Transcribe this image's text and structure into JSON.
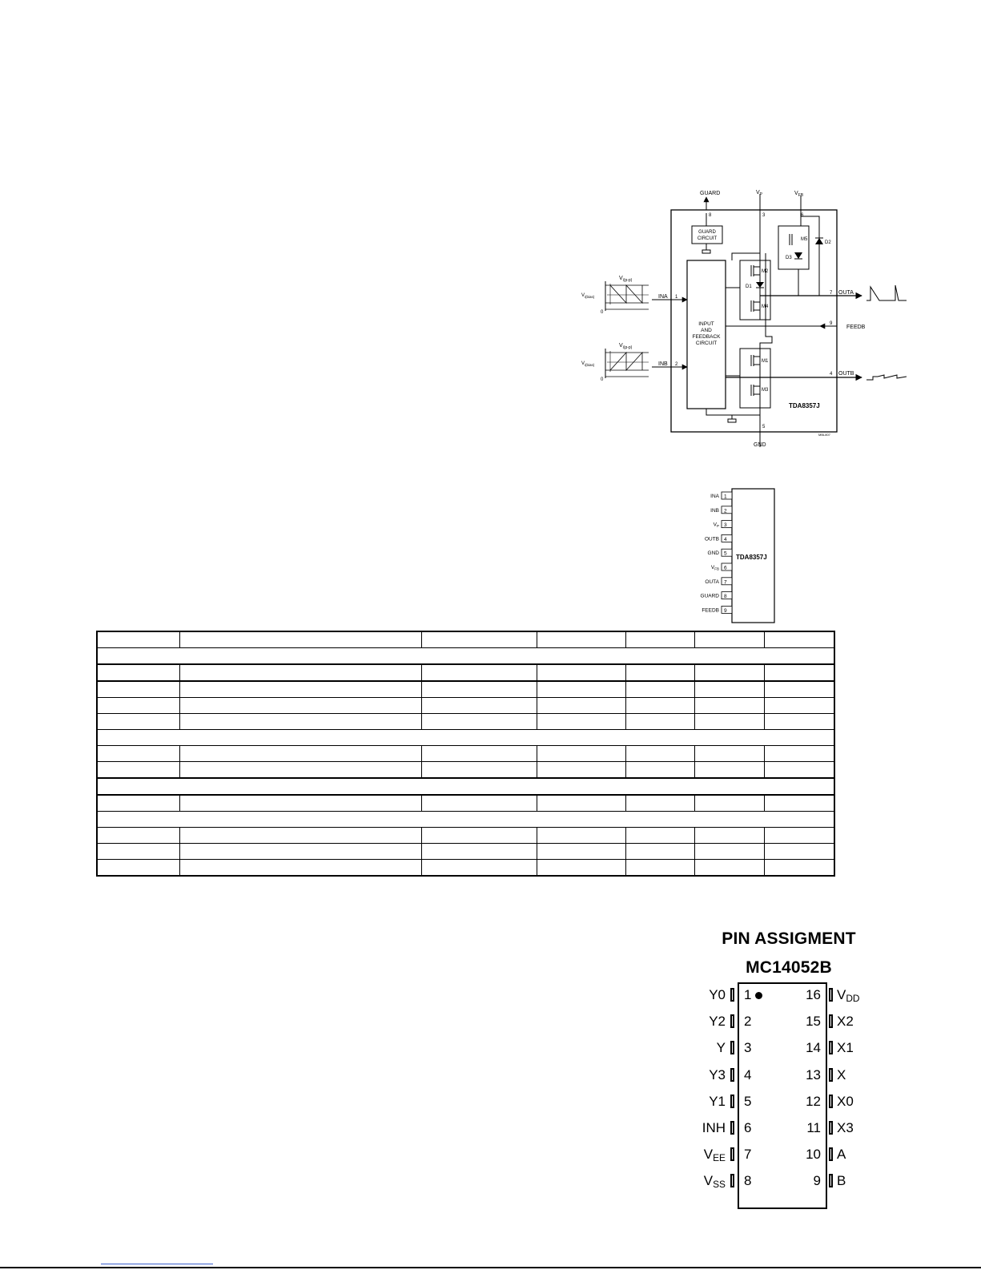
{
  "block_diagram": {
    "ic_name": "TDA8357J",
    "top_pins": {
      "guard": {
        "label": "GUARD",
        "num": "8"
      },
      "vp": {
        "label": "V",
        "sub": "P",
        "num": "3"
      },
      "vfb": {
        "label": "V",
        "sub": "FB",
        "num": "6"
      }
    },
    "gnd": {
      "label": "GND",
      "num": "5"
    },
    "guard_circuit": [
      "GUARD",
      "CIRCUIT"
    ],
    "input_block": [
      "INPUT",
      "AND",
      "FEEDBACK",
      "CIRCUIT"
    ],
    "inputs": [
      {
        "label": "INA",
        "num": "1",
        "vpp": "V",
        "vpp_sub": "i(p-p)",
        "vbias": "V",
        "vbias_sub": "i(bias)",
        "zero": "0"
      },
      {
        "label": "INB",
        "num": "2",
        "vpp": "V",
        "vpp_sub": "i(p-p)",
        "vbias": "V",
        "vbias_sub": "i(bias)",
        "zero": "0"
      }
    ],
    "outputs": [
      {
        "label": "OUTA",
        "num": "7"
      },
      {
        "label": "FEEDB",
        "num": "9"
      },
      {
        "label": "OUTB",
        "num": "4"
      }
    ],
    "devices": {
      "m2": "M2",
      "m4": "M4",
      "m1": "M1",
      "m3": "M3",
      "m5": "M5",
      "d1": "D1",
      "d2": "D2",
      "d3": "D3"
    },
    "ref": "MBL807"
  },
  "small_pinout": {
    "ic_name": "TDA8357J",
    "pins": [
      {
        "label": "INA",
        "num": "1"
      },
      {
        "label": "INB",
        "num": "2"
      },
      {
        "label": "V",
        "sub": "P",
        "num": "3"
      },
      {
        "label": "OUTB",
        "num": "4"
      },
      {
        "label": "GND",
        "num": "5"
      },
      {
        "label": "V",
        "sub": "FB",
        "num": "6"
      },
      {
        "label": "OUTA",
        "num": "7"
      },
      {
        "label": "GUARD",
        "num": "8"
      },
      {
        "label": "FEEDB",
        "num": "9"
      }
    ]
  },
  "mc14052b": {
    "title": "PIN ASSIGMENT",
    "part": "MC14052B",
    "left_pins": [
      {
        "label": "Y0",
        "num": "1"
      },
      {
        "label": "Y2",
        "num": "2"
      },
      {
        "label": "Y",
        "num": "3"
      },
      {
        "label": "Y3",
        "num": "4"
      },
      {
        "label": "Y1",
        "num": "5"
      },
      {
        "label": "INH",
        "num": "6"
      },
      {
        "label": "V",
        "sub": "EE",
        "num": "7"
      },
      {
        "label": "V",
        "sub": "SS",
        "num": "8"
      }
    ],
    "right_pins": [
      {
        "label": "V",
        "sub": "DD",
        "num": "16"
      },
      {
        "label": "X2",
        "num": "15"
      },
      {
        "label": "X1",
        "num": "14"
      },
      {
        "label": "X",
        "num": "13"
      },
      {
        "label": "X0",
        "num": "12"
      },
      {
        "label": "X3",
        "num": "11"
      },
      {
        "label": "A",
        "num": "10"
      },
      {
        "label": "B",
        "num": "9"
      }
    ]
  }
}
